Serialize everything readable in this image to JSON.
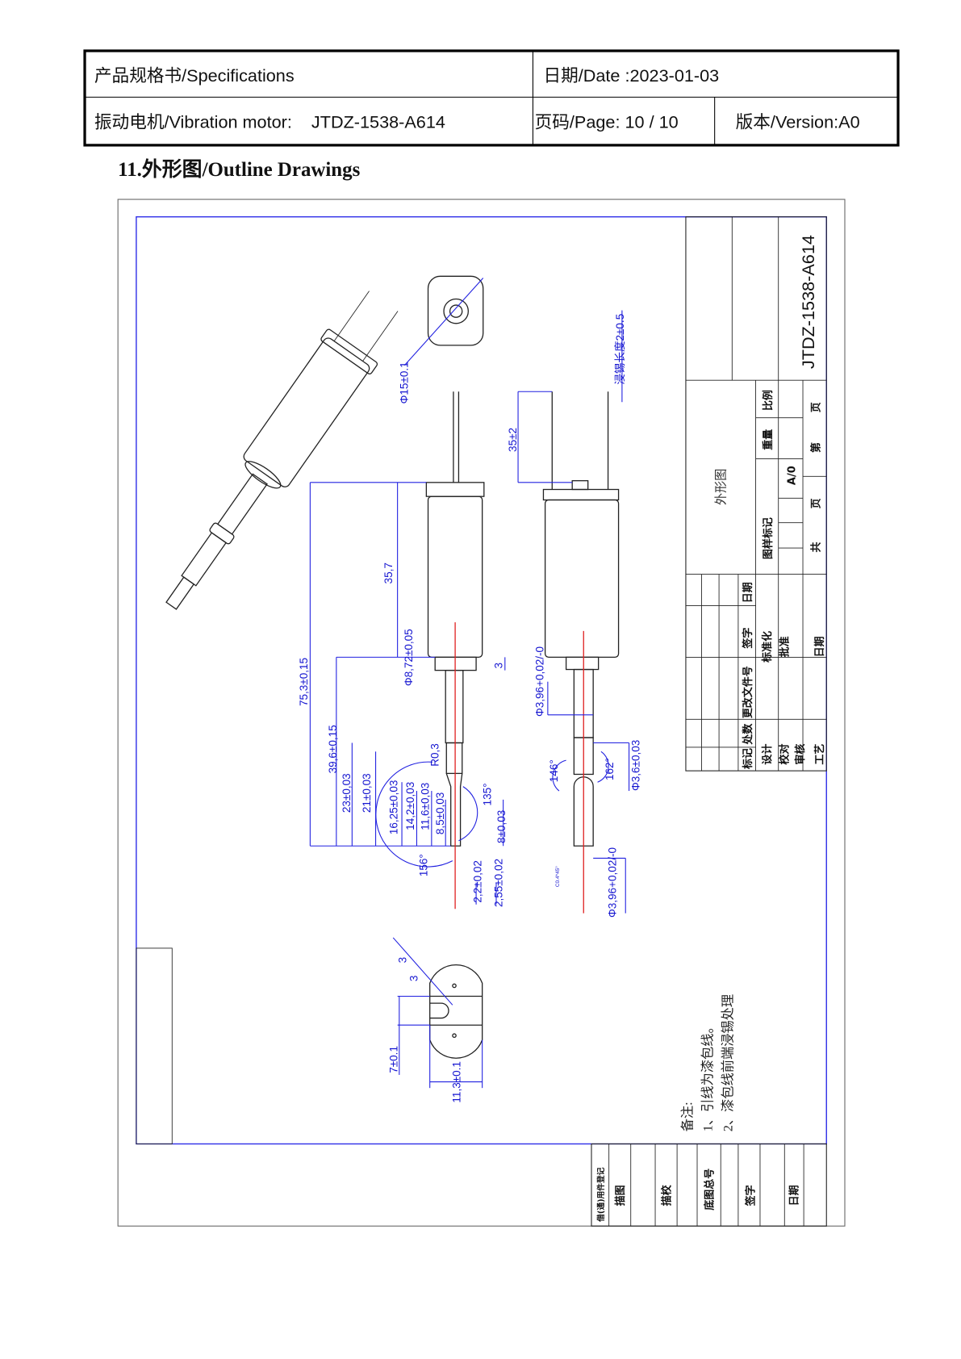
{
  "header": {
    "doc_title": "产品规格书/Specifications",
    "date": "日期/Date :2023-01-03",
    "product": "振动电机/Vibration motor:    JTDZ-1538-A614",
    "page": "页码/Page: 10 / 10",
    "version": "版本/Version:A0"
  },
  "section_title": "11.外形图/Outline Drawings",
  "dimensions": {
    "d15": "Φ15±0.1",
    "tin_length": "浸锡长度2±0.5",
    "d35": "35±2",
    "d35_7": "35,7",
    "d75_3": "75,3±0,15",
    "d8_72": "Φ8,72±0,05",
    "d3a": "3",
    "d39_6": "39,6±0,15",
    "d23": "23±0,03",
    "d21": "21±0,03",
    "d16_25": "16,25±0,03",
    "d14_2": "14,2±0,03",
    "d11_6": "11,6±0,03",
    "d8_5": "8,5±0,03",
    "r0_3": "R0,3",
    "a135": "135°",
    "d8": "8±0,03",
    "a156": "156°",
    "d2_2": "2,2±0,02",
    "d2_55": "2,55±0,02",
    "d3_96_a": "Φ3,96+0,02/-0",
    "a146": "146°",
    "a162": "162°",
    "d3_6": "Φ3,6±0,03",
    "chamfer": "C0.4*45°",
    "d3_96_b": "Φ3,96+0,02/-0",
    "d3b": "3",
    "d3c": "3",
    "d7": "7±0.1",
    "d11_3": "11,3±0.1"
  },
  "notes": {
    "heading": "备注:",
    "n1": "1、引线为漆包线。",
    "n2": "2、漆包线前端浸锡处理"
  },
  "title_block": {
    "part_no": "JTDZ-1538-A614",
    "drawing_name": "外形图",
    "scale": "比例",
    "weight": "重量",
    "drawing_mark": "图样标记",
    "rev": "A/0",
    "page_a": "页",
    "page_no": "第",
    "page_b": "页",
    "total": "共",
    "mark": "标记",
    "count": "处数",
    "change_doc": "更改文件号",
    "sign": "签字",
    "date": "日期",
    "design": "设计",
    "standard": "标准化",
    "check": "校对",
    "approve": "批准",
    "review": "审核",
    "process": "工艺",
    "date2": "日期"
  },
  "bottom_strip": {
    "borrow": "借(通)用件登记",
    "trace": "描图",
    "trace_check": "描校",
    "base_no": "底图总号",
    "sign": "签字",
    "date": "日期"
  }
}
